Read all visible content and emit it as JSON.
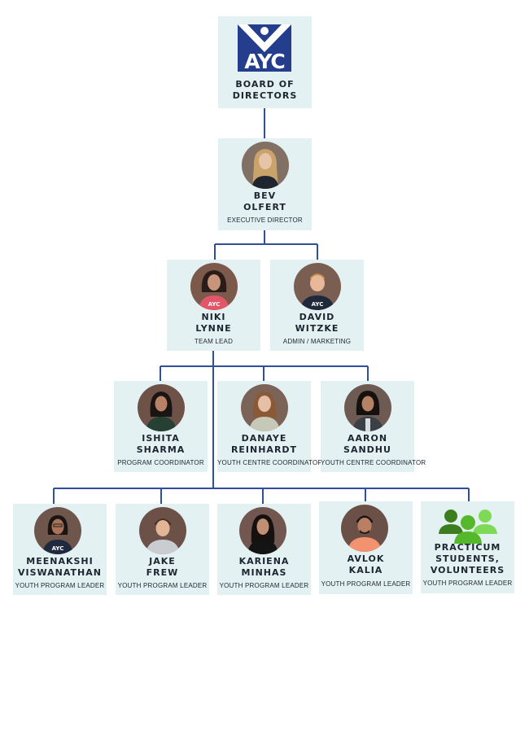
{
  "logo": {
    "text": "AYC",
    "color": "#243d8c"
  },
  "colors": {
    "box": "#e4f1f3",
    "line": "#2f4f9a",
    "text": "#1d2530"
  },
  "board": {
    "name": "BOARD OF\nDIRECTORS"
  },
  "people": {
    "bev": {
      "name": "BEV\nOLFERT",
      "title": "EXECUTIVE DIRECTOR"
    },
    "niki": {
      "name": "NIKI\nLYNNE",
      "title": "TEAM LEAD"
    },
    "david": {
      "name": "DAVID\nWITZKE",
      "title": "ADMIN / MARKETING"
    },
    "ishita": {
      "name": "ISHITA\nSHARMA",
      "title": "PROGRAM COORDINATOR"
    },
    "danaye": {
      "name": "DANAYE\nREINHARDT",
      "title": "YOUTH CENTRE COORDINATOR"
    },
    "aaron": {
      "name": "AARON\nSANDHU",
      "title": "YOUTH CENTRE COORDINATOR"
    },
    "meenakshi": {
      "name": "MEENAKSHI\nVISWANATHAN",
      "title": "YOUTH PROGRAM LEADER"
    },
    "jake": {
      "name": "JAKE\nFREW",
      "title": "YOUTH PROGRAM LEADER"
    },
    "kariena": {
      "name": "KARIENA\nMINHAS",
      "title": "YOUTH PROGRAM LEADER"
    },
    "avlok": {
      "name": "AVLOK\nKALIA",
      "title": "YOUTH PROGRAM LEADER"
    },
    "practicum": {
      "name": "PRACTICUM\nSTUDENTS,\nVOLUNTEERS",
      "title": "YOUTH PROGRAM LEADER",
      "icon": "people-group-icon"
    }
  }
}
